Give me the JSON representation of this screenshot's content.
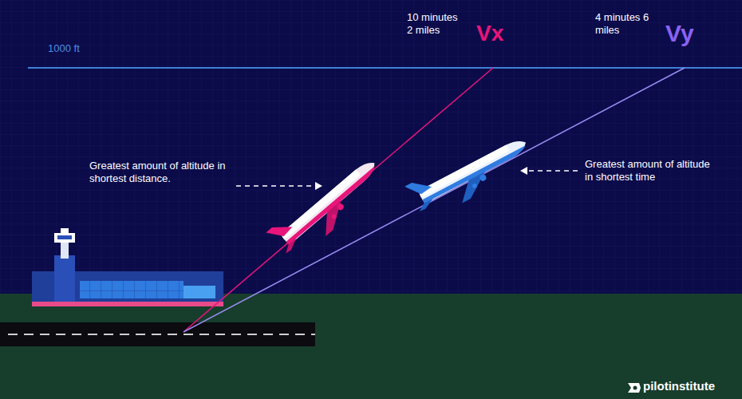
{
  "diagram": {
    "labels": [
      "1000 ft",
      "10 minutes 2 miles",
      "Vx",
      "4 minutes 6 miles",
      "Vy",
      "Greatest amount of altitude in shortest distance.",
      "Greatest amount of altitude in shortest time",
      "pilotinstitute"
    ]
  }
}
